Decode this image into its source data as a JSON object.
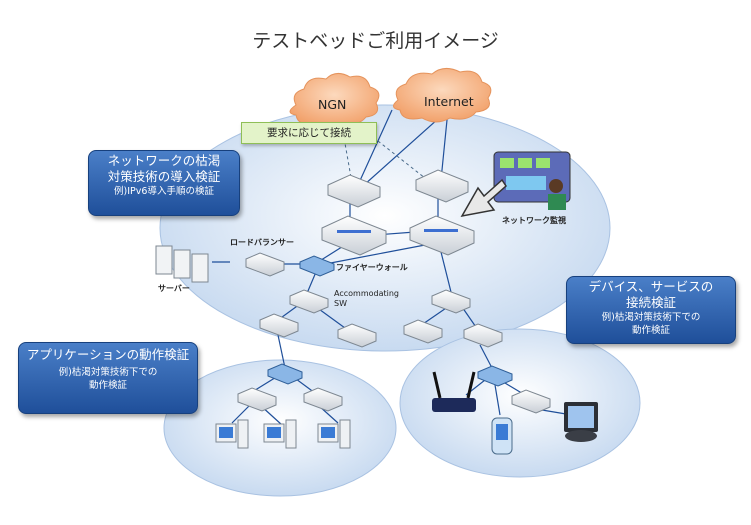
{
  "title": "テストベッドご利用イメージ",
  "clouds": {
    "ngn": "NGN",
    "internet": "Internet"
  },
  "connect_badge": "要求に応じて接続",
  "callouts": {
    "exhaustion": {
      "line1": "ネットワークの枯渇",
      "line2": "対策技術の導入検証",
      "sub": "例)IPv6導入手順の検証"
    },
    "device": {
      "line1": "デバイス、サービスの",
      "line2": "接続検証",
      "sub1": "例)枯渇対策技術下での",
      "sub2": "動作検証"
    },
    "app": {
      "line1": "アプリケーションの動作検証",
      "sub1": "例)枯渇対策技術下での",
      "sub2": "動作検証"
    }
  },
  "labels": {
    "monitoring": "ネットワーク監視",
    "load_balancer": "ロードバランサー",
    "firewall": "ファイヤーウォール",
    "server": "サーバー",
    "accommodating_sw": "Accommodating\nSW"
  },
  "colors": {
    "cloud": "#f5b486",
    "island": "#c9dcf2",
    "callout": "#2c5fad",
    "badge": "#e3f3c9"
  }
}
